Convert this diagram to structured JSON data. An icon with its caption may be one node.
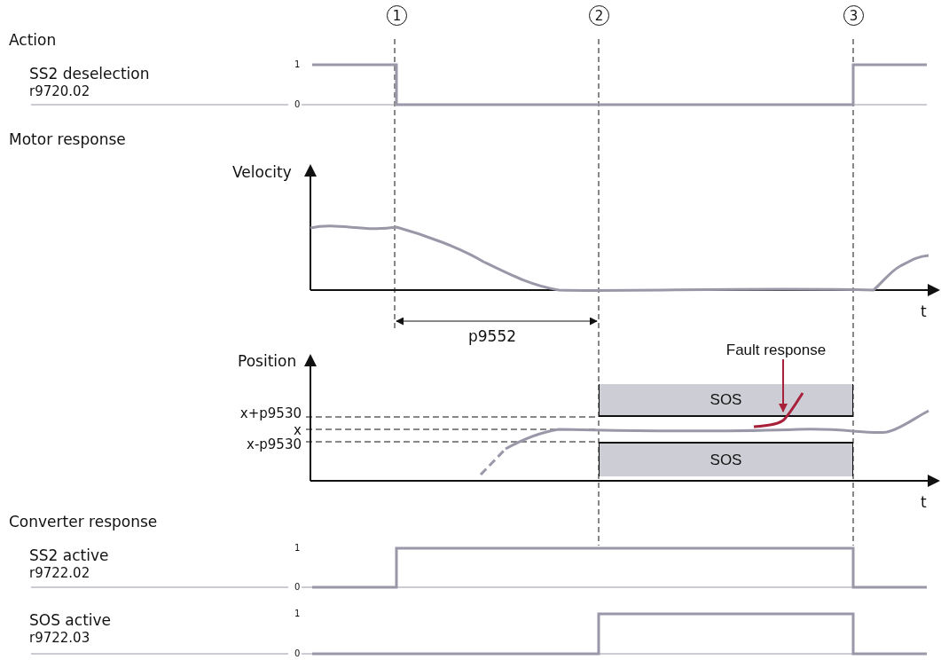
{
  "diagram": {
    "nodes": [
      {
        "text": [
          "1"
        ]
      },
      {
        "text": [
          "2"
        ]
      },
      {
        "text": [
          "3"
        ]
      },
      {
        "text": [
          "SOS"
        ]
      },
      {
        "text": [
          "SOS"
        ]
      },
      {
        "text": [
          "Fault response"
        ]
      },
      {
        "text": [],
        "shape": "line"
      }
    ],
    "edges": [
      {
        "from": 5,
        "to": 6,
        "arrow": "to",
        "color": "#a8203a"
      }
    ],
    "labels": [
      "Action",
      "SS2 deselection",
      "r9720.02",
      "1",
      "0",
      "Motor response",
      "Velocity",
      "t",
      "p9552",
      "Position",
      "x+p9530",
      "x",
      "x-p9530",
      "t",
      "Converter response",
      "SS2 active",
      "r9722.02",
      "1",
      "0",
      "SOS active",
      "r9722.03",
      "1",
      "0"
    ]
  }
}
